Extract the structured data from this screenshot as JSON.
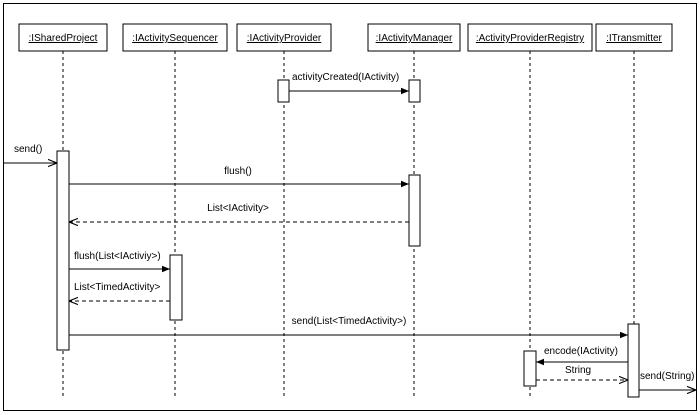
{
  "participants": [
    {
      "id": "sp",
      "label": ":ISharedProject"
    },
    {
      "id": "seq",
      "label": ":IActivitySequencer"
    },
    {
      "id": "prov",
      "label": ":IActivityProvider"
    },
    {
      "id": "mgr",
      "label": ":IActivityManager"
    },
    {
      "id": "reg",
      "label": ":ActivityProviderRegistry"
    },
    {
      "id": "tx",
      "label": ":ITransmitter"
    }
  ],
  "messages": [
    {
      "id": "activity-created",
      "label": "activityCreated(IActivity)",
      "kind": "call"
    },
    {
      "id": "send",
      "label": "send()",
      "kind": "call"
    },
    {
      "id": "flush",
      "label": "flush()",
      "kind": "call"
    },
    {
      "id": "list-iactivity",
      "label": "List<IActivity>",
      "kind": "return"
    },
    {
      "id": "flush-list",
      "label": "flush(List<IActiviy>)",
      "kind": "call"
    },
    {
      "id": "list-timed",
      "label": "List<TimedActivity>",
      "kind": "return"
    },
    {
      "id": "send-list",
      "label": "send(List<TimedActivity>)",
      "kind": "call"
    },
    {
      "id": "encode",
      "label": "encode(IActivity)",
      "kind": "call"
    },
    {
      "id": "string-return",
      "label": "String",
      "kind": "return"
    },
    {
      "id": "send-string",
      "label": "send(String)",
      "kind": "call"
    }
  ]
}
